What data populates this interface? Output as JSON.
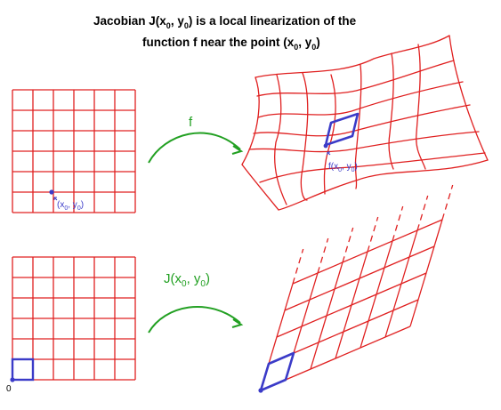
{
  "title": {
    "line1_before": "Jacobian J(x",
    "line1_sub1": "0",
    "line1_mid": ", y",
    "line1_sub2": "0",
    "line1_after": ") is a local linearization of the",
    "line2_before": "function f near the point (x",
    "line2_sub1": "0",
    "line2_mid": ", y",
    "line2_sub2": "0",
    "line2_after": ")"
  },
  "arrow_top": {
    "label": "f"
  },
  "arrow_bottom": {
    "label_before": "J(x",
    "label_sub1": "0",
    "label_mid": ", y",
    "label_sub2": "0",
    "label_after": ")"
  },
  "top_left_point": {
    "before": "(x",
    "sub1": "0",
    "mid": ", y",
    "sub2": "0",
    "after": ")"
  },
  "top_right_point": {
    "before": "f(x",
    "sub1": "0",
    "mid": ", y",
    "sub2": "0",
    "after": ")"
  },
  "origin_label": "0",
  "colors": {
    "grid": "#e02020",
    "highlight": "#3b3bc8",
    "arrow": "#22a022",
    "text": "#000000"
  }
}
